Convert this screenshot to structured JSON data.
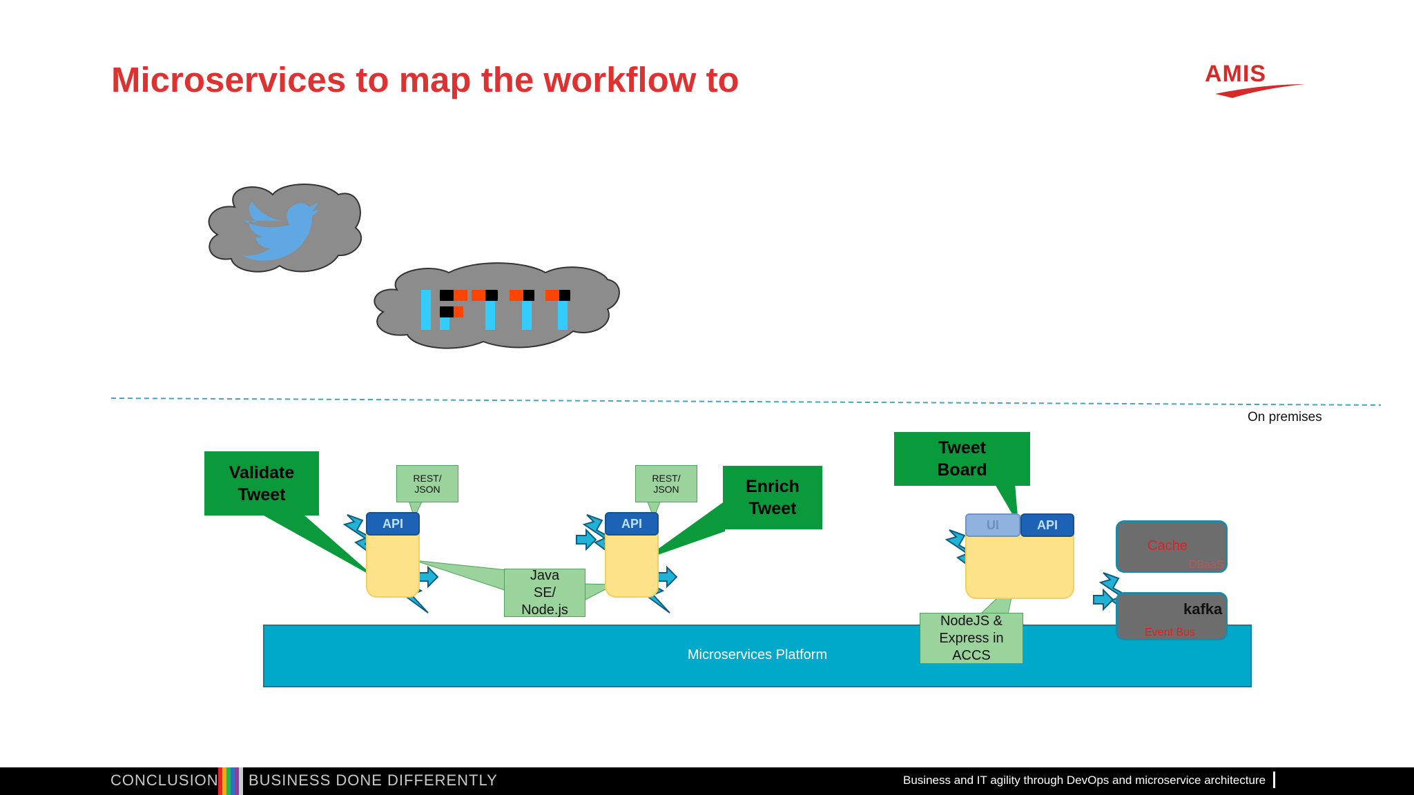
{
  "slide": {
    "title": "Microservices to map the workflow to",
    "logo": "AMIS",
    "zone_label": "On premises"
  },
  "callouts": {
    "validate": "Validate\nTweet",
    "enrich": "Enrich\nTweet",
    "board": "Tweet\nBoard"
  },
  "notes": {
    "rest_json_1": "REST/\nJSON",
    "rest_json_2": "REST/\nJSON",
    "java": "Java\nSE/\nNode.js",
    "nodejs": "NodeJS &\nExpress in\nACCS"
  },
  "services": {
    "api_label": "API",
    "ui_label": "UI"
  },
  "platform": {
    "label": "Microservices Platform"
  },
  "infrastructure": {
    "cache_label": "Cache",
    "cache_sublabel": "DBaaS",
    "kafka_label": "kafka",
    "event_bus_label": "Event Bus"
  },
  "footer": {
    "left_a": "CONCLUSION",
    "left_b": "BUSINESS DONE DIFFERENTLY",
    "right": "Business and IT agility through DevOps and microservice architecture"
  },
  "icons": [
    "twitter-bird-icon",
    "ifttt-logo-icon",
    "lightning-bolt-icon",
    "arrow-right-icon",
    "redis-icon",
    "kafka-icon"
  ],
  "colors": {
    "title": "#dc3232",
    "callout": "#0a9a3c",
    "note": "#9bd39c",
    "service": "#fde28a",
    "api": "#1c63b6",
    "platform": "#00a8ca",
    "cloud": "#8c8c8c"
  }
}
